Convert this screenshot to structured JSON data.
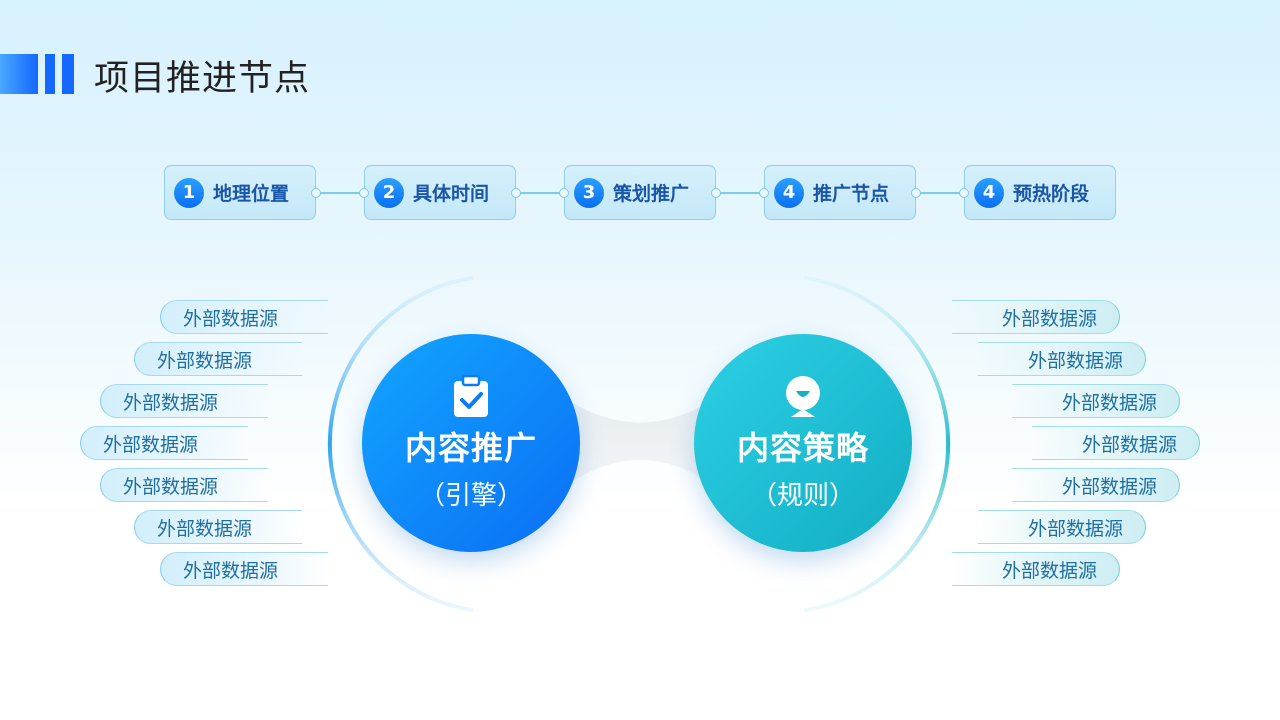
{
  "header": {
    "title": "项目推进节点"
  },
  "steps": [
    {
      "num": "1",
      "label": "地理位置"
    },
    {
      "num": "2",
      "label": "具体时间"
    },
    {
      "num": "3",
      "label": "策划推广"
    },
    {
      "num": "4",
      "label": "推广节点"
    },
    {
      "num": "4",
      "label": "预热阶段"
    }
  ],
  "left_chips": [
    "外部数据源",
    "外部数据源",
    "外部数据源",
    "外部数据源",
    "外部数据源",
    "外部数据源",
    "外部数据源"
  ],
  "right_chips": [
    "外部数据源",
    "外部数据源",
    "外部数据源",
    "外部数据源",
    "外部数据源",
    "外部数据源",
    "外部数据源"
  ],
  "left_circle": {
    "title": "内容推广",
    "subtitle": "（引擎）",
    "icon": "clipboard-check-icon"
  },
  "right_circle": {
    "title": "内容策略",
    "subtitle": "（规则）",
    "icon": "person-icon"
  },
  "colors": {
    "primary_blue": "#0b6ef5",
    "accent_cyan": "#13aec4",
    "step_fill": "#c4e8f8",
    "title_text": "#222222"
  }
}
